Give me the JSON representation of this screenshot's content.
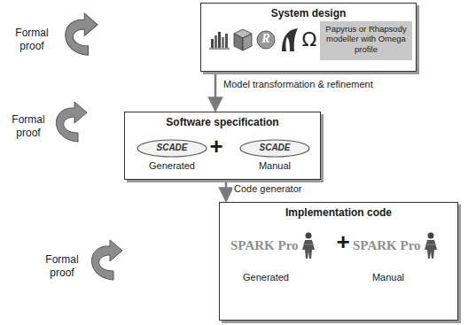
{
  "diagram": {
    "nodes": [
      {
        "text": [
          "System design"
        ]
      },
      {
        "text": [
          "Papyrus or Rhapsody modeller with Omega profile"
        ],
        "in": 0
      },
      {
        "text": [
          "Software specification"
        ]
      },
      {
        "text": [
          "SCADE",
          "Generated"
        ],
        "in": 2
      },
      {
        "text": [
          "SCADE",
          "Manual"
        ],
        "in": 2
      },
      {
        "text": [
          "Implementation code"
        ]
      },
      {
        "text": [
          "SPARK Pro",
          "Generated"
        ],
        "in": 5
      },
      {
        "text": [
          "SPARK Pro",
          "Manual"
        ],
        "in": 5
      }
    ],
    "edges": [
      {
        "from": 0,
        "to": 2,
        "arrow": "to",
        "label": "Model transformation & refinement"
      },
      {
        "from": 2,
        "to": 5,
        "arrow": "to",
        "label": "Code generator"
      }
    ],
    "labels": [
      "Formal proof",
      "Formal proof",
      "Formal proof",
      "R",
      "Ω",
      "+",
      "+"
    ]
  }
}
